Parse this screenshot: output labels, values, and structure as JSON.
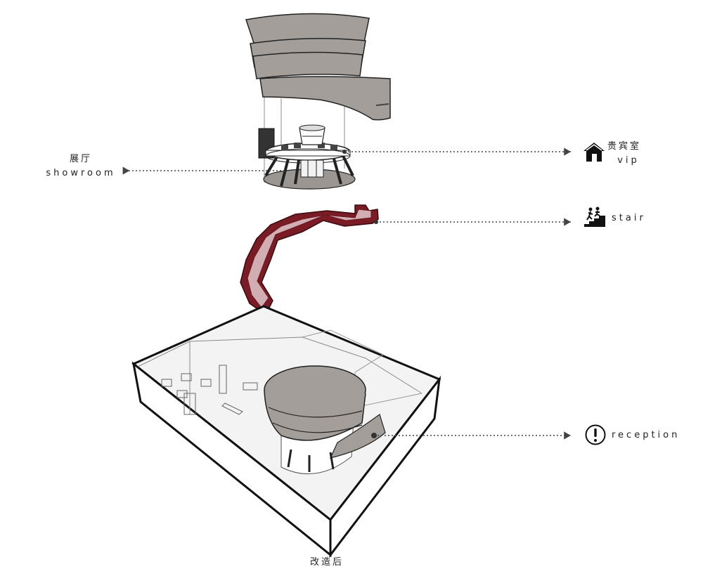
{
  "labels": {
    "showroom_cn": "展厅",
    "showroom_en": "showroom",
    "vip_cn": "贵宾室",
    "vip_en": "vip",
    "stair_en": "stair",
    "reception_en": "reception",
    "caption": "改造后"
  },
  "icons": {
    "vip": "house-icon",
    "stair": "stair-climbers-icon",
    "reception": "exclamation-circle-icon"
  },
  "colors": {
    "stair_fill": "#c9a6aa",
    "stair_dark": "#6a1820",
    "disc_fill": "#a39e9a",
    "outline": "#111111"
  }
}
